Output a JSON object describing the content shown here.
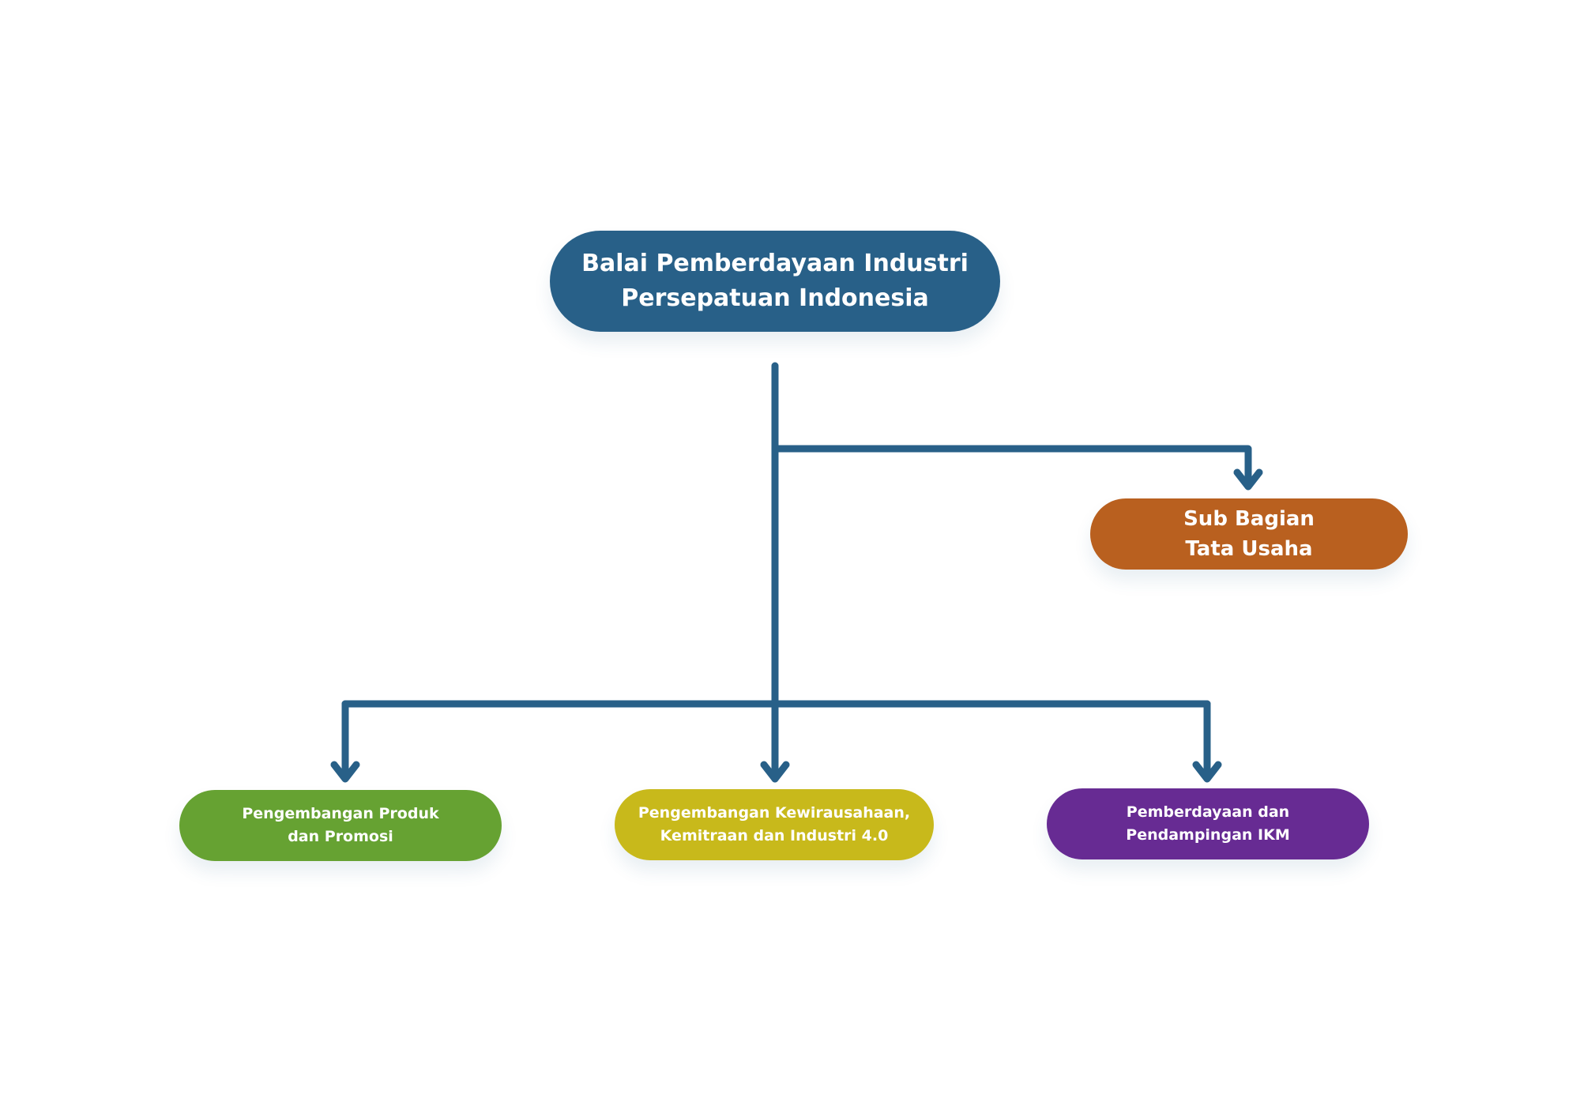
{
  "colors": {
    "connector": "#286088",
    "root": "#286088",
    "admin": "#B9601F",
    "divisions": [
      "#66A232",
      "#C8B91B",
      "#672B93"
    ]
  },
  "root": {
    "label": "Balai Pemberdayaan Industri\nPersepatuan Indonesia"
  },
  "admin": {
    "label": "Sub Bagian\nTata Usaha"
  },
  "divisions": [
    {
      "label": "Pengembangan Produk\ndan Promosi"
    },
    {
      "label": "Pengembangan Kewirausahaan,\nKemitraan dan Industri 4.0"
    },
    {
      "label": "Pemberdayaan dan\nPendampingan IKM"
    }
  ]
}
